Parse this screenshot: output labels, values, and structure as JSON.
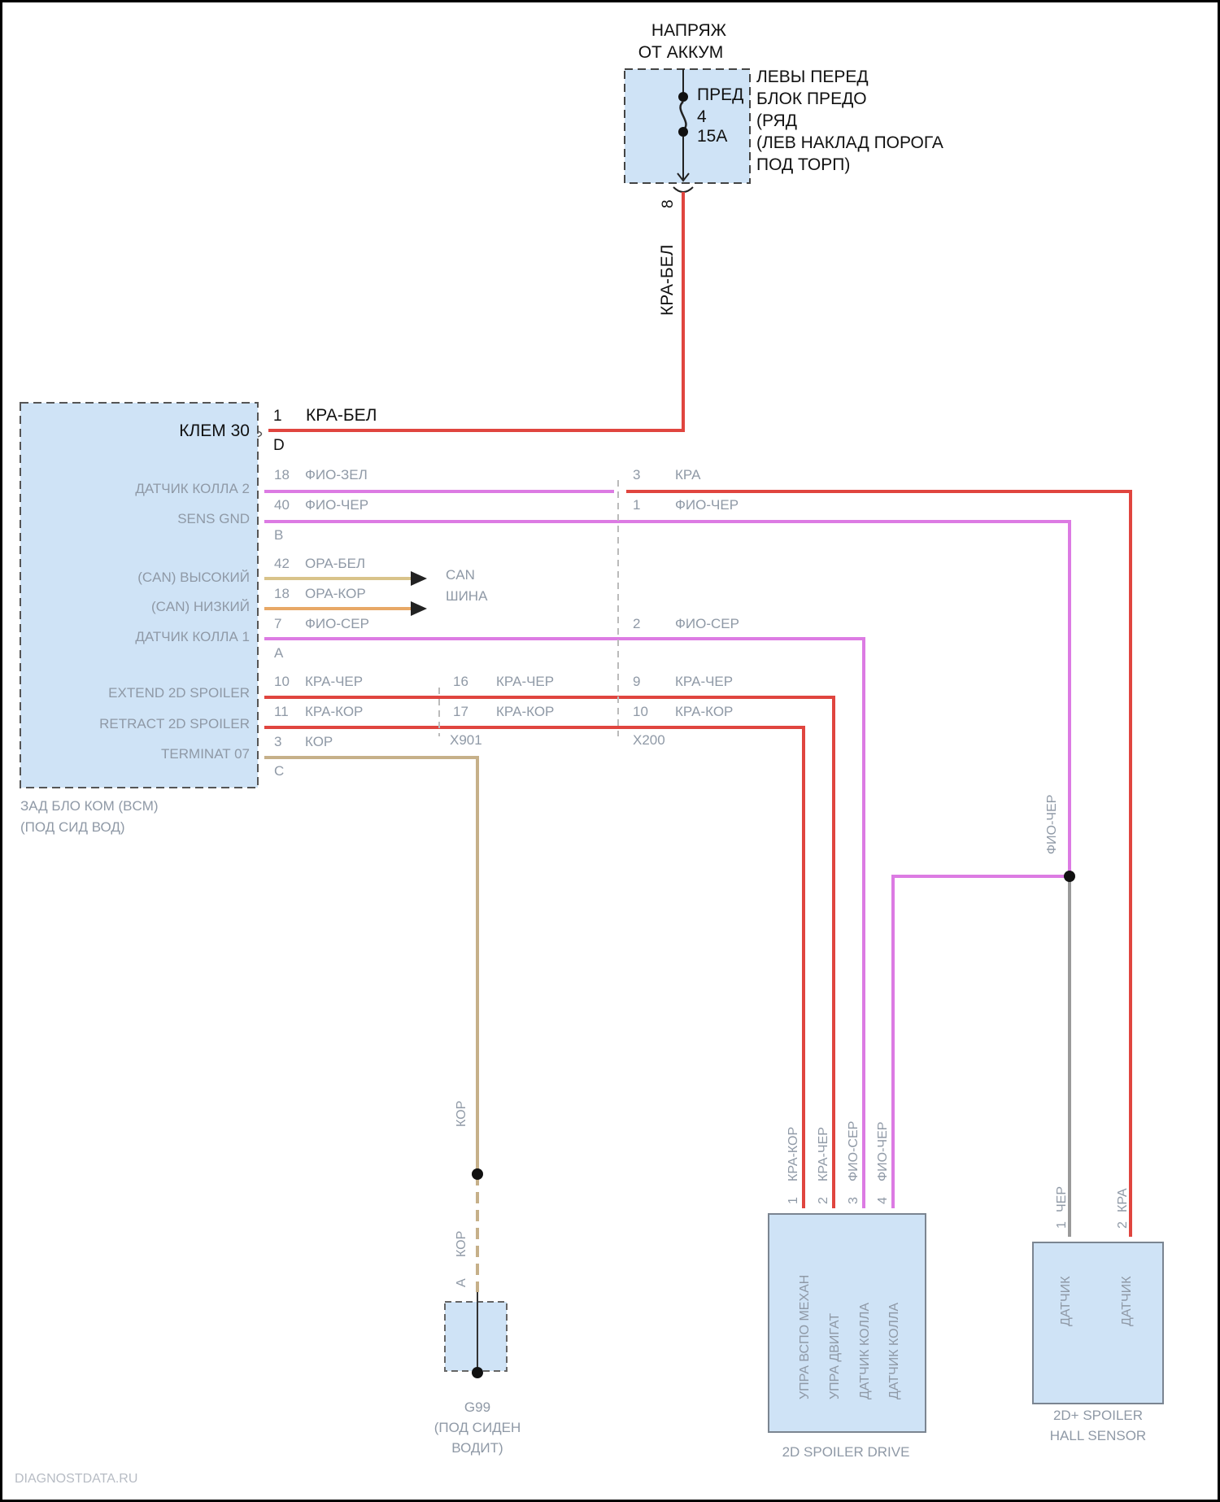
{
  "supply": {
    "title_line1": "НАПРЯЖ",
    "title_line2": "ОТ АККУМ",
    "fuse_type": "ПРЕД",
    "fuse_number": "4",
    "fuse_rating": "15A",
    "location_lines": [
      "ЛЕВЫ ПЕРЕД",
      "БЛОК ПРЕДО",
      "(РЯД",
      "(ЛЕВ НАКЛАД ПОРОГА",
      "ПОД ТОРП)"
    ],
    "pin": "8",
    "wire_color": "КРА-БЕЛ"
  },
  "bcm": {
    "caption_line1": "ЗАД БЛО КОМ (BCM)",
    "caption_line2": "(ПОД СИД ВОД)",
    "klem_label": "КЛЕМ 30",
    "klem_pin": "1",
    "klem_connector": "D",
    "klem_wire": "КРА-БЕЛ",
    "connector_letters": [
      "B",
      "A",
      "C"
    ],
    "circuits": [
      {
        "label": "ДАТЧИК КОЛЛА 2",
        "pin": "18",
        "wire": "ФИО-ЗЕЛ"
      },
      {
        "label": "SENS GND",
        "pin": "40",
        "wire": "ФИО-ЧЕР"
      },
      {
        "label": "(CAN) ВЫСОКИЙ",
        "pin": "42",
        "wire": "ОРА-БЕЛ"
      },
      {
        "label": "(CAN) НИЗКИЙ",
        "pin": "18",
        "wire": "ОРА-КОР"
      },
      {
        "label": "ДАТЧИК КОЛЛА 1",
        "pin": "7",
        "wire": "ФИО-СЕР"
      },
      {
        "label": "EXTEND 2D SPOILER",
        "pin": "10",
        "wire": "КРА-ЧЕР"
      },
      {
        "label": "RETRACT 2D SPOILER",
        "pin": "11",
        "wire": "КРА-КОР"
      },
      {
        "label": "TERMINAT 07",
        "pin": "3",
        "wire": "КОР"
      }
    ]
  },
  "can_bus": {
    "line1": "CAN",
    "line2": "ШИНА"
  },
  "inline1": {
    "name": "X901",
    "pins": [
      {
        "pin": "16",
        "wire": "КРА-ЧЕР"
      },
      {
        "pin": "17",
        "wire": "КРА-КОР"
      }
    ]
  },
  "inline2": {
    "name": "X200",
    "pins": [
      {
        "pin": "3",
        "wire": "КРА"
      },
      {
        "pin": "1",
        "wire": "ФИО-ЧЕР"
      },
      {
        "pin": "2",
        "wire": "ФИО-СЕР"
      },
      {
        "pin": "9",
        "wire": "КРА-ЧЕР"
      },
      {
        "pin": "10",
        "wire": "КРА-КОР"
      }
    ]
  },
  "splice_wire": "ФИО-ЧЕР",
  "ground": {
    "wire_upper": "КОР",
    "wire_lower": "КОР",
    "pin": "A",
    "caption_lines": [
      "G99",
      "(ПОД СИДЕН",
      "ВОДИТ)"
    ]
  },
  "spoiler_drive": {
    "caption": "2D SPOILER DRIVE",
    "pins": [
      {
        "pin": "1",
        "wire": "КРА-КОР",
        "label": "УПРА ВСПО МЕХАН"
      },
      {
        "pin": "2",
        "wire": "КРА-ЧЕР",
        "label": "УПРА ДВИГАТ"
      },
      {
        "pin": "3",
        "wire": "ФИО-СЕР",
        "label": "ДАТЧИК КОЛЛА"
      },
      {
        "pin": "4",
        "wire": "ФИО-ЧЕР",
        "label": "ДАТЧИК КОЛЛА"
      }
    ]
  },
  "hall_sensor": {
    "caption_line1": "2D+ SPOILER",
    "caption_line2": "HALL SENSOR",
    "pins": [
      {
        "pin": "1",
        "wire": "ЧЕР",
        "label": "ДАТЧИК"
      },
      {
        "pin": "2",
        "wire": "КРА",
        "label": "ДАТЧИК"
      }
    ]
  },
  "watermark": "DIAGNOSTDATA.RU",
  "colors": {
    "red_wire": "#e0453f",
    "violet_wire": "#dc7be3",
    "orange_wire": "#e8a866",
    "brown_wire": "#c6b089",
    "gray_wire": "#9a9a9a",
    "box_fill": "#cfe3f6",
    "box_dash": "#444444"
  }
}
